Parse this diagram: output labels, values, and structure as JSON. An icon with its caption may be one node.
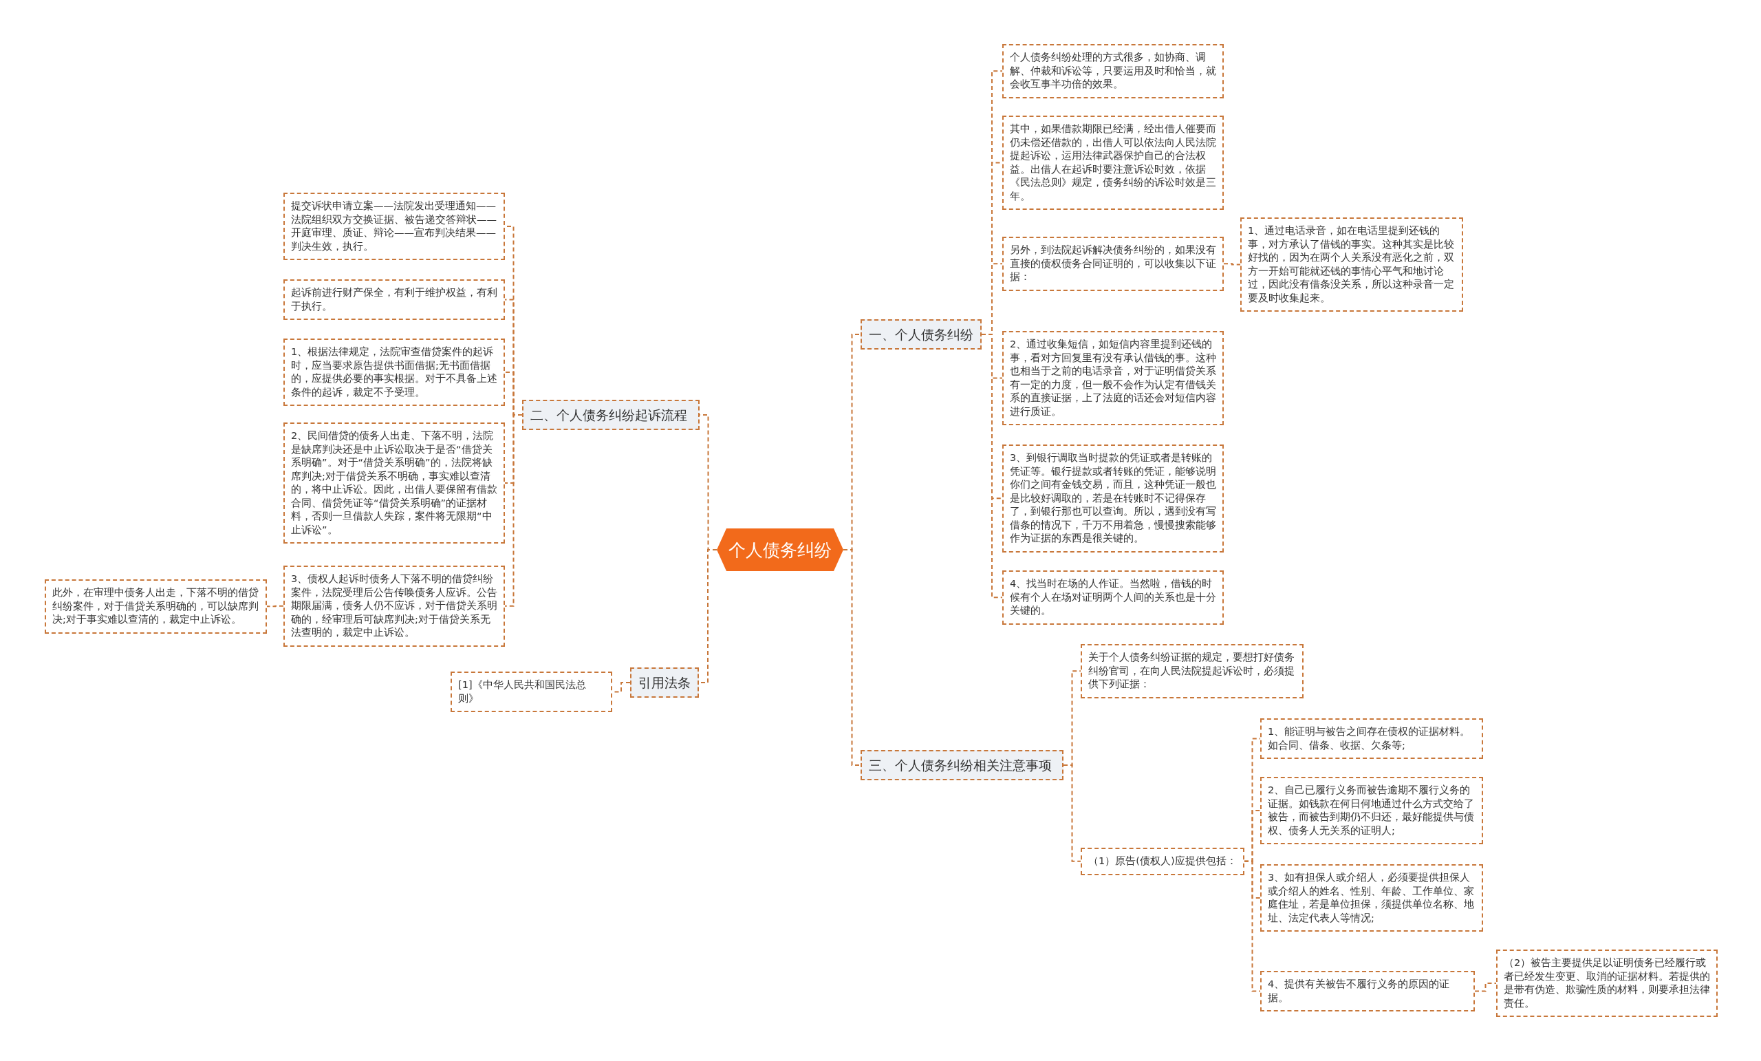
{
  "diagram": {
    "nodes": [
      {
        "text": [
          "个人债务纠纷"
        ]
      },
      {
        "text": [
          "一、个人债务纠纷"
        ]
      },
      {
        "text": [
          "个人债务纠纷处理的方式很多，如协商、调解、仲裁和诉讼等，只要运用及时和恰当，就会收互事半功倍的效果。"
        ]
      },
      {
        "text": [
          "其中，如果借款期限已经满，经出借人催要而仍未偿还借款的，出借人可以依法向人民法院提起诉讼，运用法律武器保护自己的合法权益。出借人在起诉时要注意诉讼时效，依据《民法总则》规定，债务纠纷的诉讼时效是三年。"
        ]
      },
      {
        "text": [
          "另外，到法院起诉解决债务纠纷的，如果没有直接的债权债务合同证明的，可以收集以下证据："
        ]
      },
      {
        "text": [
          "1、通过电话录音，如在电话里提到还钱的事，对方承认了借钱的事实。这种其实是比较好找的，因为在两个人关系没有恶化之前，双方一开始可能就还钱的事情心平气和地讨论过，因此没有借条没关系，所以这种录音一定要及时收集起来。"
        ]
      },
      {
        "text": [
          "2、通过收集短信，如短信内容里提到还钱的事，看对方回复里有没有承认借钱的事。这种也相当于之前的电话录音，对于证明借贷关系有一定的力度，但一般不会作为认定有借钱关系的直接证据，上了法庭的话还会对短信内容进行质证。"
        ]
      },
      {
        "text": [
          "3、到银行调取当时提款的凭证或者是转账的凭证等。银行提款或者转账的凭证，能够说明你们之间有金钱交易，而且，这种凭证一般也是比较好调取的，若是在转账时不记得保存了，到银行那也可以查询。所以，遇到没有写借条的情况下，千万不用着急，慢慢搜索能够作为证据的东西是很关键的。"
        ]
      },
      {
        "text": [
          "4、找当时在场的人作证。当然啦，借钱的时候有个人在场对证明两个人间的关系也是十分关键的。"
        ]
      },
      {
        "text": [
          "二、个人债务纠纷起诉流程"
        ]
      },
      {
        "text": [
          "提交诉状申请立案——法院发出受理通知——法院组织双方交换证据、被告递交答辩状——开庭审理、质证、辩论——宣布判决结果——判决生效，执行。"
        ]
      },
      {
        "text": [
          "起诉前进行财产保全，有利于维护权益，有利于执行。"
        ]
      },
      {
        "text": [
          "1、根据法律规定，法院审查借贷案件的起诉时，应当要求原告提供书面借据;无书面借据的，应提供必要的事实根据。对于不具备上述条件的起诉，裁定不予受理。"
        ]
      },
      {
        "text": [
          "2、民间借贷的债务人出走、下落不明，法院是缺席判决还是中止诉讼取决于是否“借贷关系明确”。对于“借贷关系明确”的，法院将缺席判决;对于借贷关系不明确，事实难以查清的，将中止诉讼。因此，出借人要保留有借款合同、借贷凭证等“借贷关系明确”的证据材料，否则一旦借款人失踪，案件将无限期“中止诉讼”。"
        ]
      },
      {
        "text": [
          "3、债权人起诉时债务人下落不明的借贷纠纷案件，法院受理后公告传唤债务人应诉。公告期限届满，债务人仍不应诉，对于借贷关系明确的，经审理后可缺席判决;对于借贷关系无法查明的，裁定中止诉讼。"
        ]
      },
      {
        "text": [
          "此外，在审理中债务人出走，下落不明的借贷纠纷案件，对于借贷关系明确的，可以缺席判决;对于事实难以查清的，裁定中止诉讼。"
        ]
      },
      {
        "text": [
          "引用法条"
        ]
      },
      {
        "text": [
          "[1]《中华人民共和国民法总则》"
        ]
      },
      {
        "text": [
          "三、个人债务纠纷相关注意事项"
        ]
      },
      {
        "text": [
          "关于个人债务纠纷证据的规定，要想打好债务纠纷官司，在向人民法院提起诉讼时，必须提供下列证据："
        ]
      },
      {
        "text": [
          "（1）原告(债权人)应提供包括："
        ]
      },
      {
        "text": [
          "1、能证明与被告之间存在债权的证据材料。如合同、借条、收据、欠条等;"
        ]
      },
      {
        "text": [
          "2、自己已履行义务而被告逾期不履行义务的证据。如钱款在何日何地通过什么方式交给了被告，而被告到期仍不归还，最好能提供与债权、债务人无关系的证明人;"
        ]
      },
      {
        "text": [
          "3、如有担保人或介绍人，必须要提供担保人或介绍人的姓名、性别、年龄、工作单位、家庭住址，若是单位担保，须提供单位名称、地址、法定代表人等情况;"
        ]
      },
      {
        "text": [
          "4、提供有关被告不履行义务的原因的证据。"
        ]
      },
      {
        "text": [
          "（2）被告主要提供足以证明债务已经履行或者已经发生变更、取消的证据材料。若提供的是带有伪造、欺骗性质的材料，则要承担法律责任。"
        ]
      }
    ],
    "edges": [
      {
        "from": 0,
        "to": 1,
        "arrow": "none"
      },
      {
        "from": 0,
        "to": 9,
        "arrow": "none"
      },
      {
        "from": 0,
        "to": 16,
        "arrow": "none"
      },
      {
        "from": 0,
        "to": 18,
        "arrow": "none"
      },
      {
        "from": 1,
        "to": 2,
        "arrow": "none"
      },
      {
        "from": 1,
        "to": 3,
        "arrow": "none"
      },
      {
        "from": 1,
        "to": 4,
        "arrow": "none"
      },
      {
        "from": 4,
        "to": 5,
        "arrow": "none"
      },
      {
        "from": 1,
        "to": 6,
        "arrow": "none"
      },
      {
        "from": 1,
        "to": 7,
        "arrow": "none"
      },
      {
        "from": 1,
        "to": 8,
        "arrow": "none"
      },
      {
        "from": 9,
        "to": 10,
        "arrow": "none"
      },
      {
        "from": 9,
        "to": 11,
        "arrow": "none"
      },
      {
        "from": 9,
        "to": 12,
        "arrow": "none"
      },
      {
        "from": 9,
        "to": 13,
        "arrow": "none"
      },
      {
        "from": 9,
        "to": 14,
        "arrow": "none"
      },
      {
        "from": 14,
        "to": 15,
        "arrow": "none"
      },
      {
        "from": 16,
        "to": 17,
        "arrow": "none"
      },
      {
        "from": 18,
        "to": 19,
        "arrow": "none"
      },
      {
        "from": 18,
        "to": 20,
        "arrow": "none"
      },
      {
        "from": 20,
        "to": 21,
        "arrow": "none"
      },
      {
        "from": 20,
        "to": 22,
        "arrow": "none"
      },
      {
        "from": 20,
        "to": 23,
        "arrow": "none"
      },
      {
        "from": 20,
        "to": 24,
        "arrow": "none"
      },
      {
        "from": 24,
        "to": 25,
        "arrow": "none"
      }
    ]
  }
}
